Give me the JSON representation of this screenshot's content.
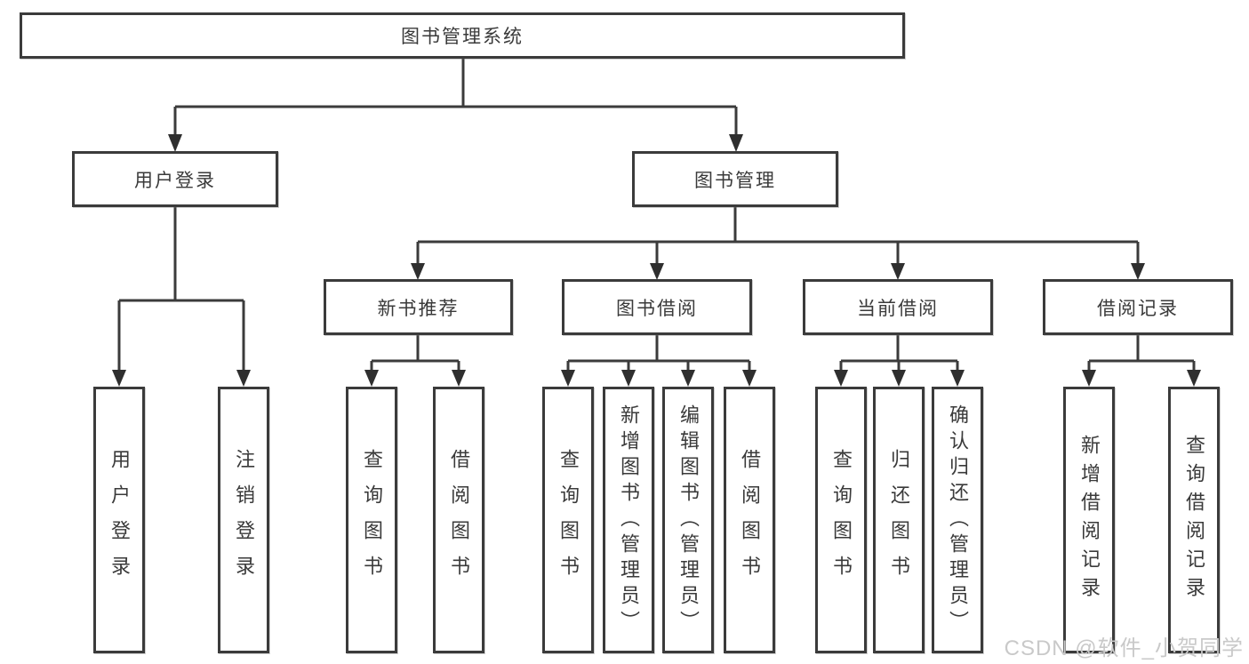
{
  "diagram": {
    "root": {
      "label": "图书管理系统"
    },
    "level2": [
      {
        "label": "用户登录",
        "children": [
          {
            "label": "用户登录"
          },
          {
            "label": "注销登录"
          }
        ]
      },
      {
        "label": "图书管理",
        "children": [
          {
            "label": "新书推荐",
            "children": [
              {
                "label": "查询图书"
              },
              {
                "label": "借阅图书"
              }
            ]
          },
          {
            "label": "图书借阅",
            "children": [
              {
                "label": "查询图书"
              },
              {
                "label": "新增图书（管理员）"
              },
              {
                "label": "编辑图书（管理员）"
              },
              {
                "label": "借阅图书"
              }
            ]
          },
          {
            "label": "当前借阅",
            "children": [
              {
                "label": "查询图书"
              },
              {
                "label": "归还图书"
              },
              {
                "label": "确认归还（管理员）"
              }
            ]
          },
          {
            "label": "借阅记录",
            "children": [
              {
                "label": "新增借阅记录"
              },
              {
                "label": "查询借阅记录"
              }
            ]
          }
        ]
      }
    ]
  },
  "watermark": {
    "text": "CSDN @软件_小贺同学"
  },
  "colors": {
    "line": "#3b3b3b",
    "text": "#3a3a3a",
    "background": "#ffffff",
    "watermark": "#c9c9c9"
  }
}
